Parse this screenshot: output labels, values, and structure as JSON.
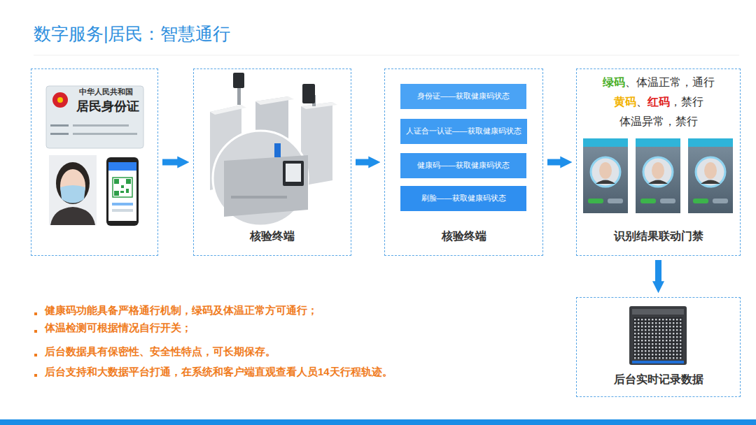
{
  "diagram": {
    "title": "数字服务|居民：智慧通行",
    "nodes": [
      {
        "text": [
          "中华人民共和国",
          "居民身份证"
        ]
      },
      {
        "text": [
          "核验终端"
        ]
      },
      {
        "text": [
          "核验终端"
        ]
      },
      {
        "text": [
          "身份证——获取健康码状态"
        ],
        "in": 2
      },
      {
        "text": [
          "人证合一认证——获取健康码状态"
        ],
        "in": 2
      },
      {
        "text": [
          "健康码——获取健康码状态"
        ],
        "in": 2
      },
      {
        "text": [
          "刷脸——获取健康码状态"
        ],
        "in": 2
      },
      {
        "text": [
          "绿码",
          "、体温正常，通行",
          "黄码",
          "、",
          "红码",
          "，禁行",
          "体温异常，禁行",
          "识别结果联动门禁"
        ]
      },
      {
        "text": [
          "后台实时记录数据"
        ]
      }
    ],
    "edges": [
      {
        "from": 0,
        "to": 1,
        "arrow": "to"
      },
      {
        "from": 1,
        "to": 2,
        "arrow": "to"
      },
      {
        "from": 2,
        "to": 7,
        "arrow": "to"
      },
      {
        "from": 7,
        "to": 8,
        "arrow": "to"
      }
    ],
    "labels": [
      "健康码功能具备严格通行机制，绿码及体温正常方可通行；",
      "体温检测可根据情况自行开关；",
      "后台数据具有保密性、安全性特点，可长期保存。",
      "后台支持和大数据平台打通，在系统和客户端直观查看人员14天行程轨迹。"
    ]
  }
}
